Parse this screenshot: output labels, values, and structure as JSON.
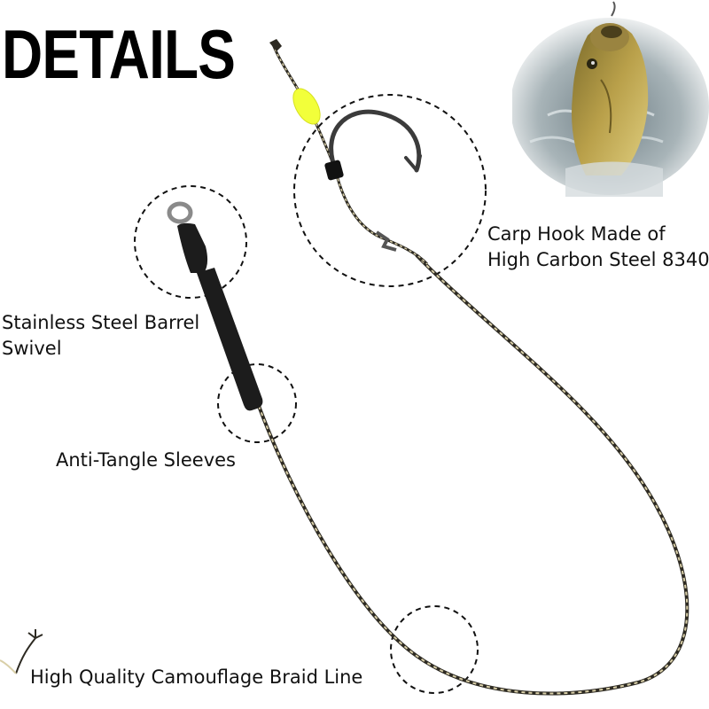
{
  "title": "DETAILS",
  "labels": {
    "hook_line1": "Carp Hook Made of",
    "hook_line2": "High Carbon Steel 8340",
    "swivel_line1": "Stainless Steel Barrel",
    "swivel_line2": "Swivel",
    "sleeve": "Anti-Tangle Sleeves",
    "braid": "High Quality Camouflage Braid Line"
  },
  "colors": {
    "background": "#ffffff",
    "text": "#111111",
    "bead": "#f2ff3a",
    "sleeve": "#1c1c1c"
  },
  "icons": [
    "carp-fish-photo",
    "hook-icon",
    "barrel-swivel-icon",
    "bead-icon",
    "braid-line-icon"
  ]
}
